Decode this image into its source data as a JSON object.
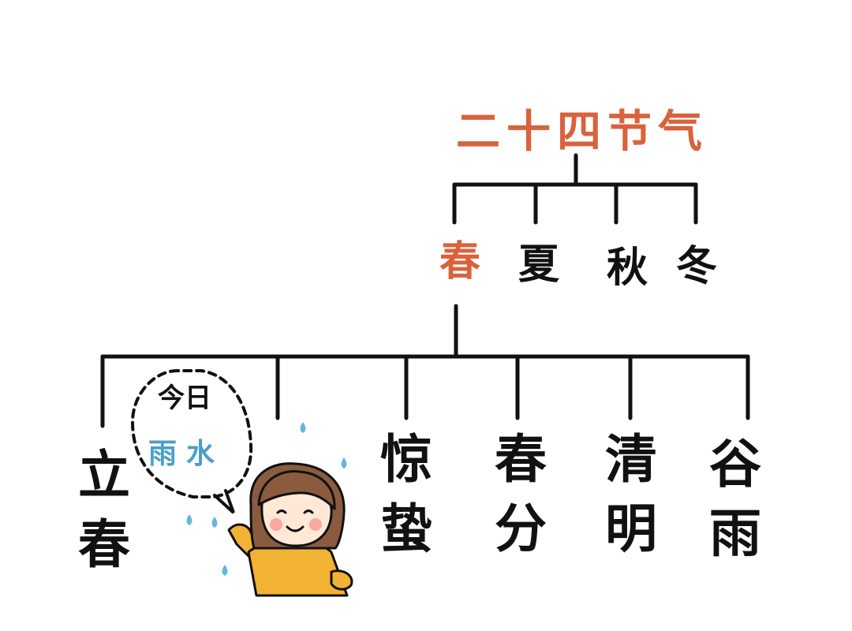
{
  "root": {
    "label": "二十四节气",
    "color": "#d9623d"
  },
  "seasons": [
    {
      "label": "春",
      "highlight": true
    },
    {
      "label": "夏",
      "highlight": false
    },
    {
      "label": "秋",
      "highlight": false
    },
    {
      "label": "冬",
      "highlight": false
    }
  ],
  "spring_terms": [
    {
      "chars": [
        "立",
        "春"
      ]
    },
    {
      "chars": [
        "雨",
        "水"
      ],
      "hidden": true
    },
    {
      "chars": [
        "惊",
        "蛰"
      ]
    },
    {
      "chars": [
        "春",
        "分"
      ]
    },
    {
      "chars": [
        "清",
        "明"
      ]
    },
    {
      "chars": [
        "谷",
        "雨"
      ]
    }
  ],
  "speech_bubble": {
    "line1": "今日",
    "line2": "雨水",
    "line2_color": "#4a9fc9"
  },
  "colors": {
    "accent": "#d9623d",
    "ink": "#111111",
    "rain": "#63b7db",
    "hair": "#8a5b3f",
    "sweater": "#f2b233",
    "skin": "#ffe9d6",
    "cheek": "#f7a9a0"
  }
}
